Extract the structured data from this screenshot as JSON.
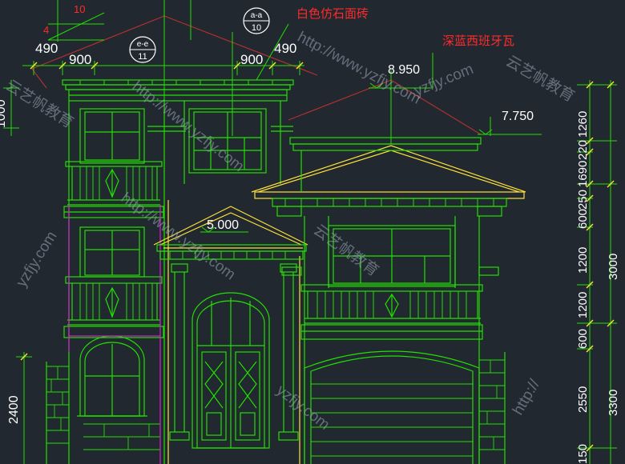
{
  "colors": {
    "background": "#212830",
    "green": "#22e000",
    "yellow": "#ffe23a",
    "white": "#ffffff",
    "red": "#ff2a2a",
    "magenta": "#d020d0",
    "cyan": "#4fe3e3",
    "darkred": "#b03030"
  },
  "annotations": {
    "material_top": "白色仿石面砖",
    "material_roof": "深蓝西班牙瓦",
    "top_dim_10": "10",
    "top_dim_4": "4",
    "section_a_top": "a-a",
    "section_a_bottom": "10",
    "section_e_top": "e-e",
    "section_e_bottom": "11"
  },
  "dimensions": {
    "top_left": [
      "490",
      "900"
    ],
    "top_right": [
      "900",
      "490"
    ],
    "left_top": "1000",
    "left_bottom": "2400",
    "right_inner": [
      "1260",
      "220",
      "1690",
      "250",
      "600",
      "1200",
      "1200",
      "600",
      "2550",
      "150"
    ],
    "right_outer": [
      "3000",
      "3300"
    ]
  },
  "elevations": {
    "roof_peak": "8.950",
    "eave": "7.750",
    "porch_roof": "5.000"
  },
  "watermarks": [
    "yzfjy.com",
    "http://www.yzfjy.com",
    "云艺帆教育",
    "http://www.yzfjy.com",
    "yzfjy.com",
    "云艺帆教育",
    "yzfjy.com",
    "http://www.yzfjy.com",
    "云艺帆教育",
    "http://"
  ]
}
